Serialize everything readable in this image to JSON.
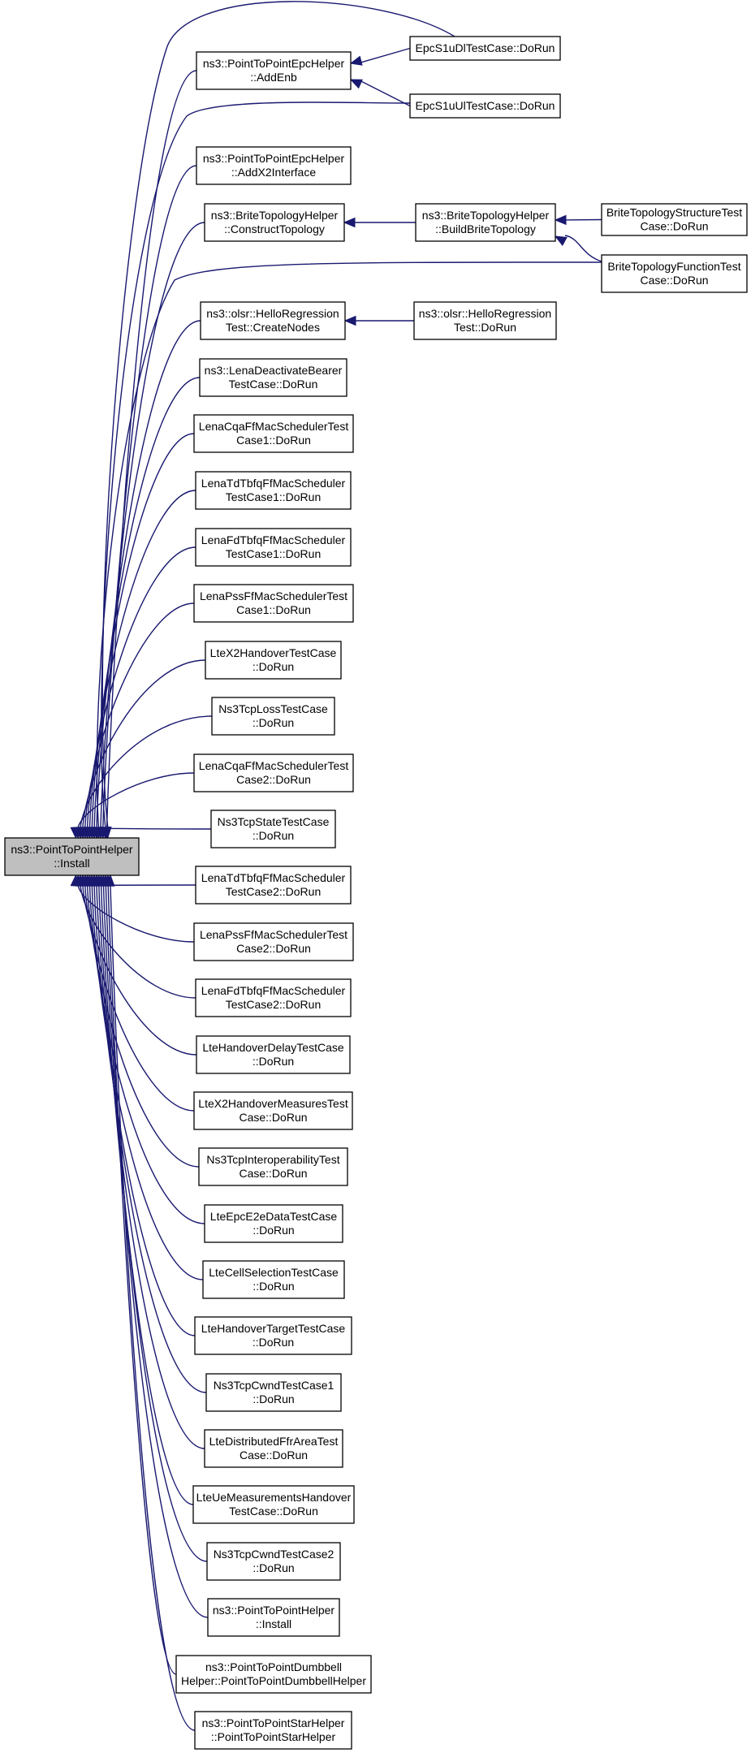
{
  "diagram": {
    "title": "",
    "colors": {
      "edge": "#191970",
      "root_fill": "#bfbfbf",
      "node_fill": "#ffffff",
      "border": "#000000"
    },
    "nodes": [
      {
        "id": "root",
        "lines": [
          "ns3::PointToPointHelper",
          "::Install"
        ]
      },
      {
        "id": "addenb",
        "lines": [
          "ns3::PointToPointEpcHelper",
          "::AddEnb"
        ]
      },
      {
        "id": "epcdl",
        "lines": [
          "EpcS1uDlTestCase::DoRun"
        ]
      },
      {
        "id": "epcul",
        "lines": [
          "EpcS1uUlTestCase::DoRun"
        ]
      },
      {
        "id": "addx2",
        "lines": [
          "ns3::PointToPointEpcHelper",
          "::AddX2Interface"
        ]
      },
      {
        "id": "construct",
        "lines": [
          "ns3::BriteTopologyHelper",
          "::ConstructTopology"
        ]
      },
      {
        "id": "buildbrite",
        "lines": [
          "ns3::BriteTopologyHelper",
          "::BuildBriteTopology"
        ]
      },
      {
        "id": "britestruct",
        "lines": [
          "BriteTopologyStructureTest",
          "Case::DoRun"
        ]
      },
      {
        "id": "britefunc",
        "lines": [
          "BriteTopologyFunctionTest",
          "Case::DoRun"
        ]
      },
      {
        "id": "olsrcreate",
        "lines": [
          "ns3::olsr::HelloRegression",
          "Test::CreateNodes"
        ]
      },
      {
        "id": "olsrdorun",
        "lines": [
          "ns3::olsr::HelloRegression",
          "Test::DoRun"
        ]
      },
      {
        "id": "lenadeact",
        "lines": [
          "ns3::LenaDeactivateBearer",
          "TestCase::DoRun"
        ]
      },
      {
        "id": "cqa1",
        "lines": [
          "LenaCqaFfMacSchedulerTest",
          "Case1::DoRun"
        ]
      },
      {
        "id": "tdtbfq1",
        "lines": [
          "LenaTdTbfqFfMacScheduler",
          "TestCase1::DoRun"
        ]
      },
      {
        "id": "fdtbfq1",
        "lines": [
          "LenaFdTbfqFfMacScheduler",
          "TestCase1::DoRun"
        ]
      },
      {
        "id": "pss1",
        "lines": [
          "LenaPssFfMacSchedulerTest",
          "Case1::DoRun"
        ]
      },
      {
        "id": "ltex2ho",
        "lines": [
          "LteX2HandoverTestCase",
          "::DoRun"
        ]
      },
      {
        "id": "tcploss",
        "lines": [
          "Ns3TcpLossTestCase",
          "::DoRun"
        ]
      },
      {
        "id": "cqa2",
        "lines": [
          "LenaCqaFfMacSchedulerTest",
          "Case2::DoRun"
        ]
      },
      {
        "id": "tcpstate",
        "lines": [
          "Ns3TcpStateTestCase",
          "::DoRun"
        ]
      },
      {
        "id": "tdtbfq2",
        "lines": [
          "LenaTdTbfqFfMacScheduler",
          "TestCase2::DoRun"
        ]
      },
      {
        "id": "pss2",
        "lines": [
          "LenaPssFfMacSchedulerTest",
          "Case2::DoRun"
        ]
      },
      {
        "id": "fdtbfq2",
        "lines": [
          "LenaFdTbfqFfMacScheduler",
          "TestCase2::DoRun"
        ]
      },
      {
        "id": "hodelay",
        "lines": [
          "LteHandoverDelayTestCase",
          "::DoRun"
        ]
      },
      {
        "id": "x2hmeas",
        "lines": [
          "LteX2HandoverMeasuresTest",
          "Case::DoRun"
        ]
      },
      {
        "id": "tcpinterop",
        "lines": [
          "Ns3TcpInteroperabilityTest",
          "Case::DoRun"
        ]
      },
      {
        "id": "epce2e",
        "lines": [
          "LteEpcE2eDataTestCase",
          "::DoRun"
        ]
      },
      {
        "id": "cellsel",
        "lines": [
          "LteCellSelectionTestCase",
          "::DoRun"
        ]
      },
      {
        "id": "hotarget",
        "lines": [
          "LteHandoverTargetTestCase",
          "::DoRun"
        ]
      },
      {
        "id": "cwnd1",
        "lines": [
          "Ns3TcpCwndTestCase1",
          "::DoRun"
        ]
      },
      {
        "id": "distffr",
        "lines": [
          "LteDistributedFfrAreaTest",
          "Case::DoRun"
        ]
      },
      {
        "id": "uemeas",
        "lines": [
          "LteUeMeasurementsHandover",
          "TestCase::DoRun"
        ]
      },
      {
        "id": "cwnd2",
        "lines": [
          "Ns3TcpCwndTestCase2",
          "::DoRun"
        ]
      },
      {
        "id": "p2pinstall",
        "lines": [
          "ns3::PointToPointHelper",
          "::Install"
        ]
      },
      {
        "id": "dumbbell",
        "lines": [
          "ns3::PointToPointDumbbell",
          "Helper::PointToPointDumbbellHelper"
        ]
      },
      {
        "id": "star",
        "lines": [
          "ns3::PointToPointStarHelper",
          "::PointToPointStarHelper"
        ]
      }
    ],
    "edges": [
      {
        "from": "addenb",
        "to": "root"
      },
      {
        "from": "epcdl",
        "to": "addenb"
      },
      {
        "from": "epcul",
        "to": "addenb"
      },
      {
        "from": "epcdl",
        "to": "root"
      },
      {
        "from": "epcul",
        "to": "root"
      },
      {
        "from": "addx2",
        "to": "root"
      },
      {
        "from": "construct",
        "to": "root"
      },
      {
        "from": "buildbrite",
        "to": "construct"
      },
      {
        "from": "britestruct",
        "to": "buildbrite"
      },
      {
        "from": "britefunc",
        "to": "buildbrite"
      },
      {
        "from": "britefunc",
        "to": "root"
      },
      {
        "from": "olsrcreate",
        "to": "root"
      },
      {
        "from": "olsrdorun",
        "to": "olsrcreate"
      },
      {
        "from": "lenadeact",
        "to": "root"
      },
      {
        "from": "cqa1",
        "to": "root"
      },
      {
        "from": "tdtbfq1",
        "to": "root"
      },
      {
        "from": "fdtbfq1",
        "to": "root"
      },
      {
        "from": "pss1",
        "to": "root"
      },
      {
        "from": "ltex2ho",
        "to": "root"
      },
      {
        "from": "tcploss",
        "to": "root"
      },
      {
        "from": "cqa2",
        "to": "root"
      },
      {
        "from": "tcpstate",
        "to": "root"
      },
      {
        "from": "tdtbfq2",
        "to": "root"
      },
      {
        "from": "pss2",
        "to": "root"
      },
      {
        "from": "fdtbfq2",
        "to": "root"
      },
      {
        "from": "hodelay",
        "to": "root"
      },
      {
        "from": "x2hmeas",
        "to": "root"
      },
      {
        "from": "tcpinterop",
        "to": "root"
      },
      {
        "from": "epce2e",
        "to": "root"
      },
      {
        "from": "cellsel",
        "to": "root"
      },
      {
        "from": "hotarget",
        "to": "root"
      },
      {
        "from": "cwnd1",
        "to": "root"
      },
      {
        "from": "distffr",
        "to": "root"
      },
      {
        "from": "uemeas",
        "to": "root"
      },
      {
        "from": "cwnd2",
        "to": "root"
      },
      {
        "from": "p2pinstall",
        "to": "root"
      },
      {
        "from": "dumbbell",
        "to": "root"
      },
      {
        "from": "star",
        "to": "root"
      }
    ]
  }
}
